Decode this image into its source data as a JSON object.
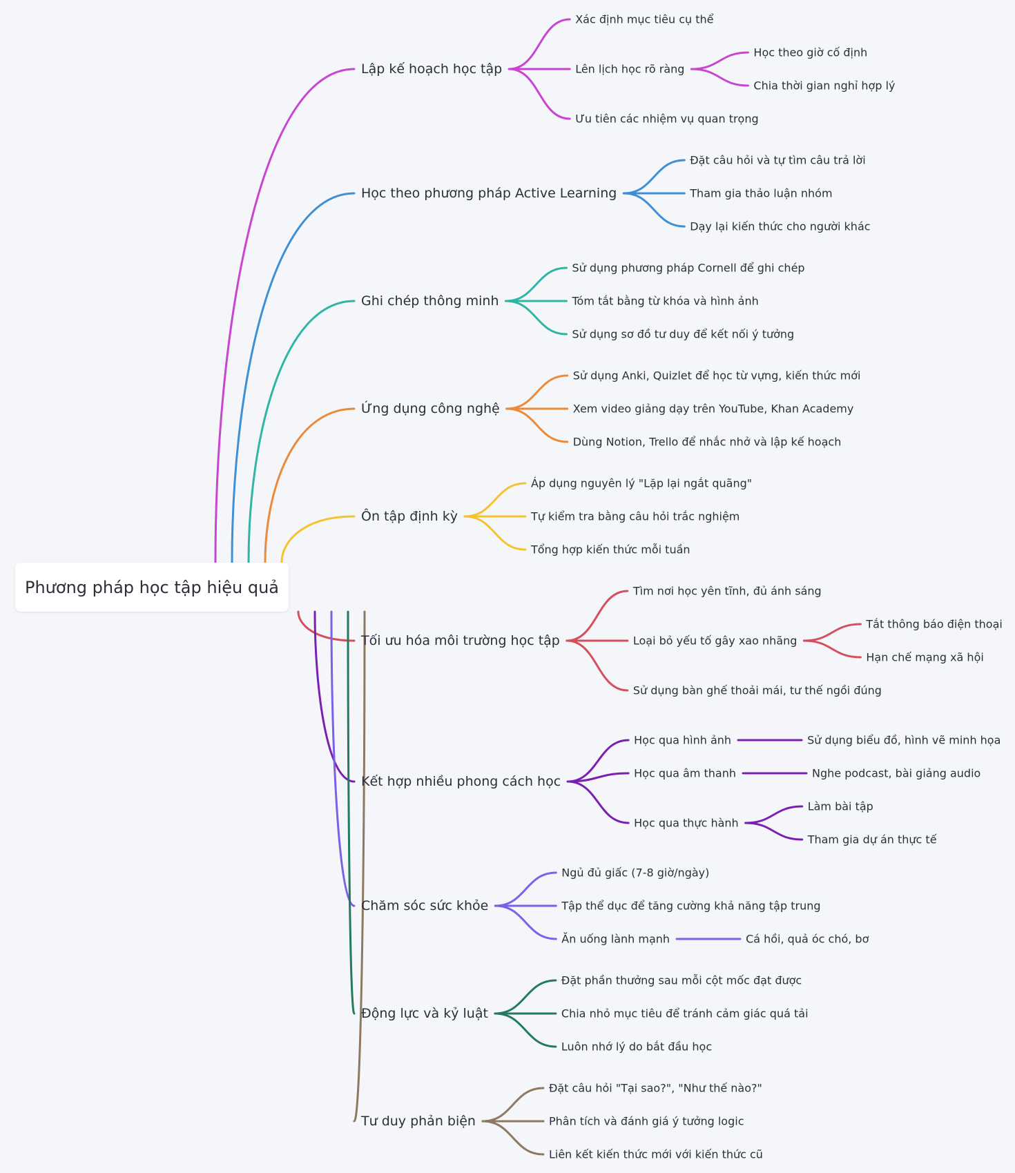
{
  "root": {
    "label": "Phương pháp học tập hiệu quả"
  },
  "branches": [
    {
      "label": "Lập kế hoạch học tập",
      "color": "#c945d1",
      "children": [
        {
          "label": "Xác định mục tiêu cụ thể"
        },
        {
          "label": "Lên lịch học rõ ràng",
          "children": [
            {
              "label": "Học theo giờ cố định"
            },
            {
              "label": "Chia thời gian nghỉ hợp lý"
            }
          ]
        },
        {
          "label": "Ưu tiên các nhiệm vụ quan trọng"
        }
      ]
    },
    {
      "label": "Học theo phương pháp Active Learning",
      "color": "#3d8fd6",
      "children": [
        {
          "label": "Đặt câu hỏi và tự tìm câu trả lời"
        },
        {
          "label": "Tham gia thảo luận nhóm"
        },
        {
          "label": "Dạy lại kiến thức cho người khác"
        }
      ]
    },
    {
      "label": "Ghi chép thông minh",
      "color": "#2fb5a4",
      "children": [
        {
          "label": "Sử dụng phương pháp Cornell để ghi chép"
        },
        {
          "label": "Tóm tắt bằng từ khóa và hình ảnh"
        },
        {
          "label": "Sử dụng sơ đồ tư duy để kết nối ý tưởng"
        }
      ]
    },
    {
      "label": "Ứng dụng công nghệ",
      "color": "#ec8a3a",
      "children": [
        {
          "label": "Sử dụng Anki, Quizlet để học từ vựng, kiến thức mới"
        },
        {
          "label": "Xem video giảng dạy trên YouTube, Khan Academy"
        },
        {
          "label": "Dùng Notion, Trello để nhắc nhở và lập kế hoạch"
        }
      ]
    },
    {
      "label": "Ôn tập định kỳ",
      "color": "#f4c430",
      "children": [
        {
          "label": "Áp dụng nguyên lý \"Lặp lại ngắt quãng\""
        },
        {
          "label": "Tự kiểm tra bằng câu hỏi trắc nghiệm"
        },
        {
          "label": "Tổng hợp kiến thức mỗi tuần"
        }
      ]
    },
    {
      "label": "Tối ưu hóa môi trường học tập",
      "color": "#d44e5c",
      "children": [
        {
          "label": "Tìm nơi học yên tĩnh, đủ ánh sáng"
        },
        {
          "label": "Loại bỏ yếu tố gây xao nhãng",
          "children": [
            {
              "label": "Tắt thông báo điện thoại"
            },
            {
              "label": "Hạn chế mạng xã hội"
            }
          ]
        },
        {
          "label": "Sử dụng bàn ghế thoải mái, tư thế ngồi đúng"
        }
      ]
    },
    {
      "label": "Kết hợp nhiều phong cách học",
      "color": "#7b1fb3",
      "children": [
        {
          "label": "Học qua hình ảnh",
          "children": [
            {
              "label": "Sử dụng biểu đồ, hình vẽ minh họa"
            }
          ]
        },
        {
          "label": "Học qua âm thanh",
          "children": [
            {
              "label": "Nghe podcast, bài giảng audio"
            }
          ]
        },
        {
          "label": "Học qua thực hành",
          "children": [
            {
              "label": "Làm bài tập"
            },
            {
              "label": "Tham gia dự án thực tế"
            }
          ]
        }
      ]
    },
    {
      "label": "Chăm sóc sức khỏe",
      "color": "#7b61e8",
      "children": [
        {
          "label": "Ngủ đủ giấc (7-8 giờ/ngày)"
        },
        {
          "label": "Tập thể dục để tăng cường khả năng tập trung"
        },
        {
          "label": "Ăn uống lành mạnh",
          "children": [
            {
              "label": "Cá hồi, quả óc chó, bơ"
            }
          ]
        }
      ]
    },
    {
      "label": "Động lực và kỷ luật",
      "color": "#237a5e",
      "children": [
        {
          "label": "Đặt phần thưởng sau mỗi cột mốc đạt được"
        },
        {
          "label": "Chia nhỏ mục tiêu để tránh cảm giác quá tải"
        },
        {
          "label": "Luôn nhớ lý do bắt đầu học"
        }
      ]
    },
    {
      "label": "Tư duy phản biện",
      "color": "#8c7960",
      "children": [
        {
          "label": "Đặt câu hỏi \"Tại sao?\", \"Như thế nào?\""
        },
        {
          "label": "Phân tích và đánh giá ý tưởng logic"
        },
        {
          "label": "Liên kết kiến thức mới với kiến thức cũ"
        }
      ]
    }
  ]
}
